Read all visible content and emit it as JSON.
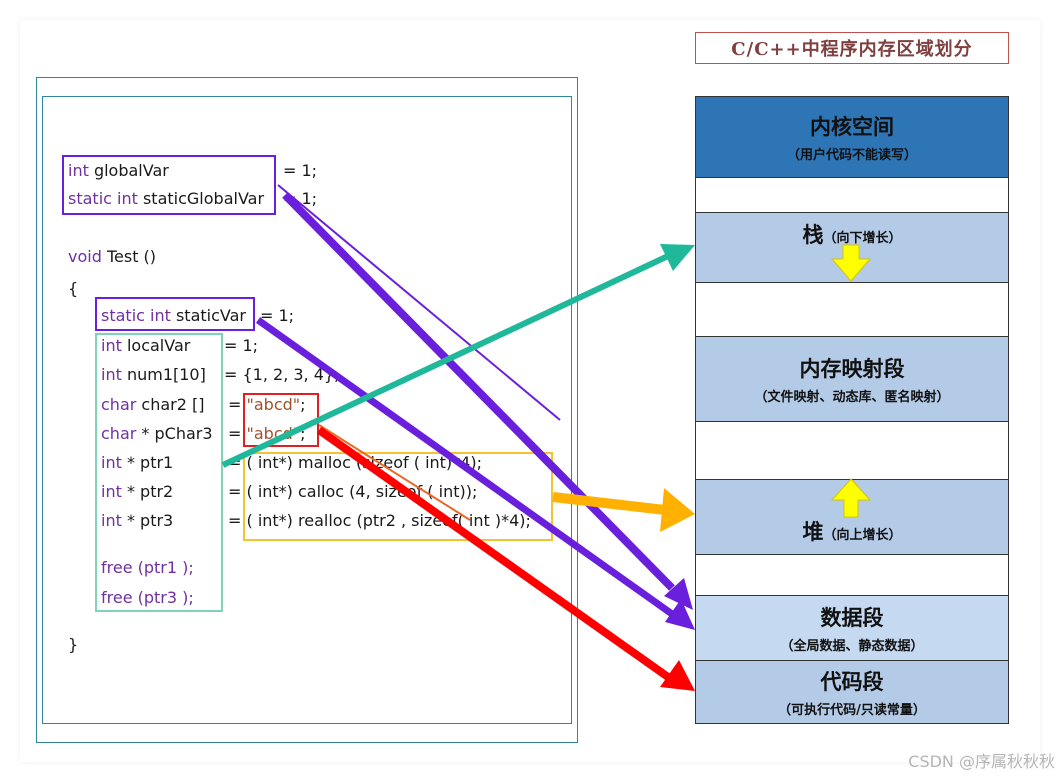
{
  "title": "C/C++中程序内存区域划分",
  "code": {
    "l1_type": "int",
    "l1_name": "globalVar",
    "l1_rest": "= 1;",
    "l2_kw": "static int",
    "l2_name": "staticGlobalVar",
    "l2_rest": "= 1;",
    "l3_kw": "void",
    "l3_name": "Test ()",
    "l4": "{",
    "l5_kw": "static int",
    "l5_name": "staticVar",
    "l5_rest": "= 1;",
    "l6_kw": "int",
    "l6_name": "localVar",
    "l6_rest": "= 1;",
    "l7_kw": "int",
    "l7_name": "num1[10]",
    "l7_rest": "= {1, 2, 3, 4};",
    "l8_kw": "char",
    "l8_name": "char2 []",
    "l8_eq": "=",
    "l8_str": "\"abcd\"",
    "l8_end": ";",
    "l9_kw": "char",
    "l9_name": "* pChar3",
    "l9_eq": "=",
    "l9_str": "\"abcd\"",
    "l9_end": ";",
    "l10_kw": "int",
    "l10_name": "* ptr1",
    "l10_rest": "= ( int*) malloc (sizeof ( int)*4);",
    "l11_kw": "int",
    "l11_name": "* ptr2",
    "l11_rest": "= ( int*) calloc (4, sizeof ( int));",
    "l12_kw": "int",
    "l12_name": "* ptr3",
    "l12_rest": "= ( int*) realloc (ptr2 , sizeof( int )*4);",
    "l13": "free (ptr1 );",
    "l14": "free (ptr3 );",
    "l15": "}"
  },
  "segments": {
    "kernel_main": "内核空间",
    "kernel_sub": "（用户代码不能读写）",
    "stack_main": "栈",
    "stack_sub": "（向下增长）",
    "mmap_main": "内存映射段",
    "mmap_sub": "（文件映射、动态库、匿名映射）",
    "heap_main": "堆",
    "heap_sub": "（向上增长）",
    "data_main": "数据段",
    "data_sub": "（全局数据、静态数据）",
    "text_main": "代码段",
    "text_sub": "（可执行代码/只读常量）"
  },
  "colors": {
    "kernel": "#2e75b6",
    "segment_light": "#b4cbe8",
    "segment_lighter": "#c5d9f1",
    "arrow_purple": "#6a1fdc",
    "arrow_teal": "#1fb89a",
    "arrow_orange": "#ffb000",
    "arrow_red": "#ff0000",
    "growth_arrow": "#ffff00"
  },
  "watermark": "CSDN @序属秋秋秋"
}
